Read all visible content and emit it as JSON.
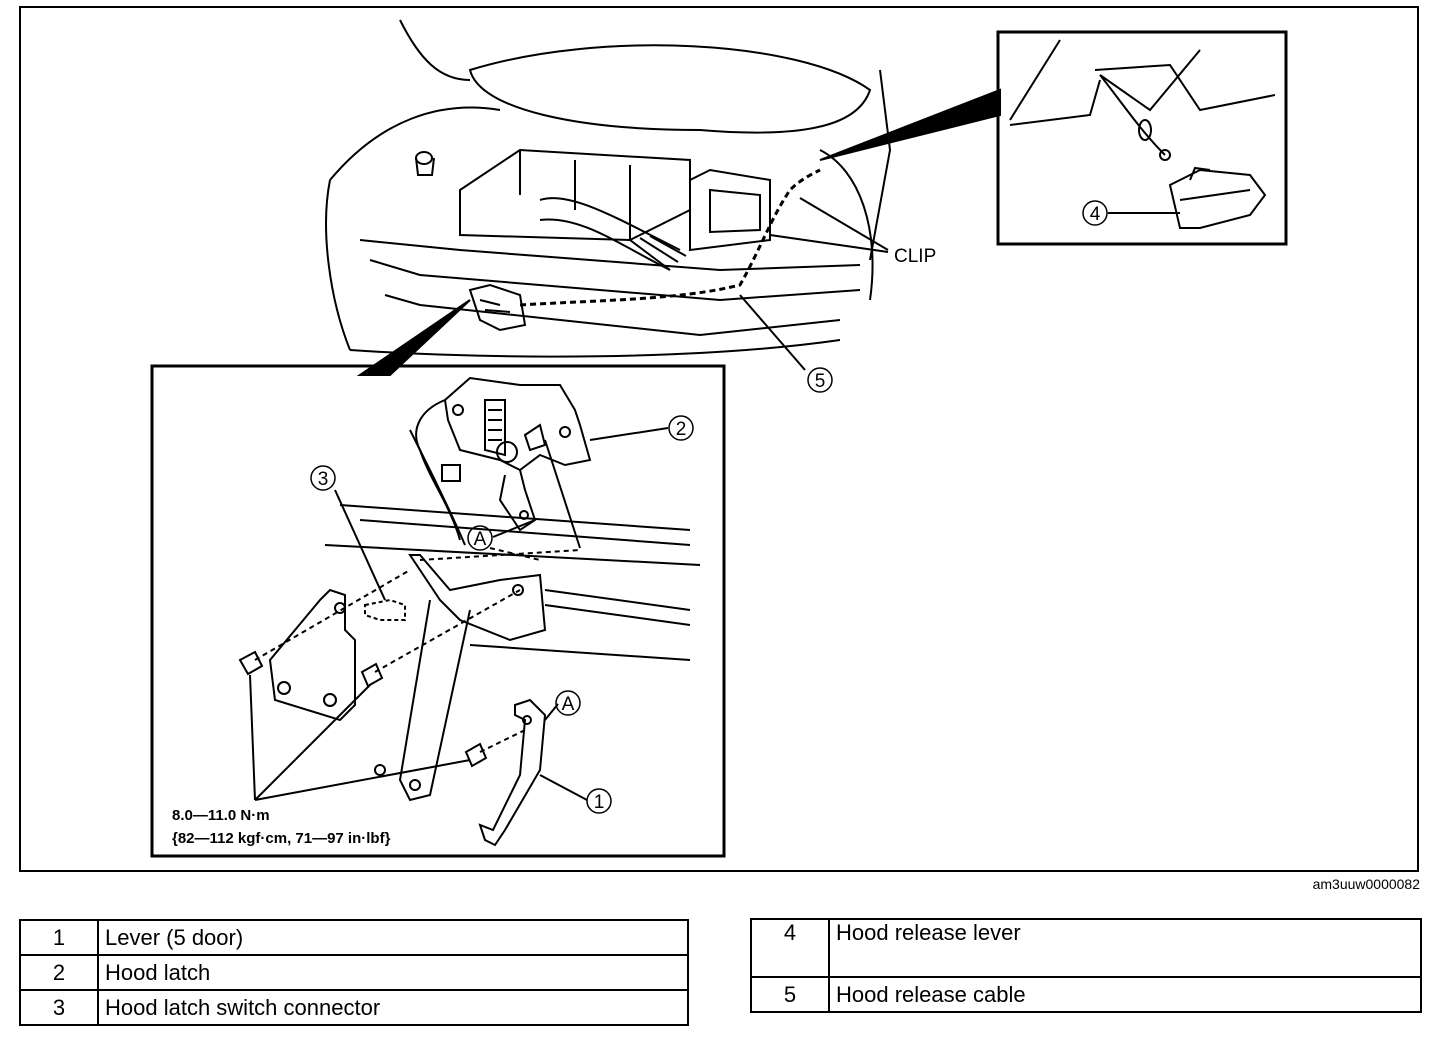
{
  "diagram": {
    "callouts": {
      "c1": "1",
      "c2": "2",
      "c3": "3",
      "c4": "4",
      "c5": "5",
      "a_top": "A",
      "a_bottom": "A",
      "clip": "CLIP"
    },
    "torque": {
      "line1": "8.0—11.0 N·m",
      "line2": "{82—112 kgf·cm, 71—97 in·lbf}"
    },
    "figure_id": "am3uuw0000082"
  },
  "legend_left": [
    {
      "num": "1",
      "label": "Lever (5 door)"
    },
    {
      "num": "2",
      "label": "Hood latch"
    },
    {
      "num": "3",
      "label": "Hood latch switch connector"
    }
  ],
  "legend_right": [
    {
      "num": "4",
      "label": "Hood release lever"
    },
    {
      "num": "5",
      "label": "Hood release cable"
    }
  ]
}
